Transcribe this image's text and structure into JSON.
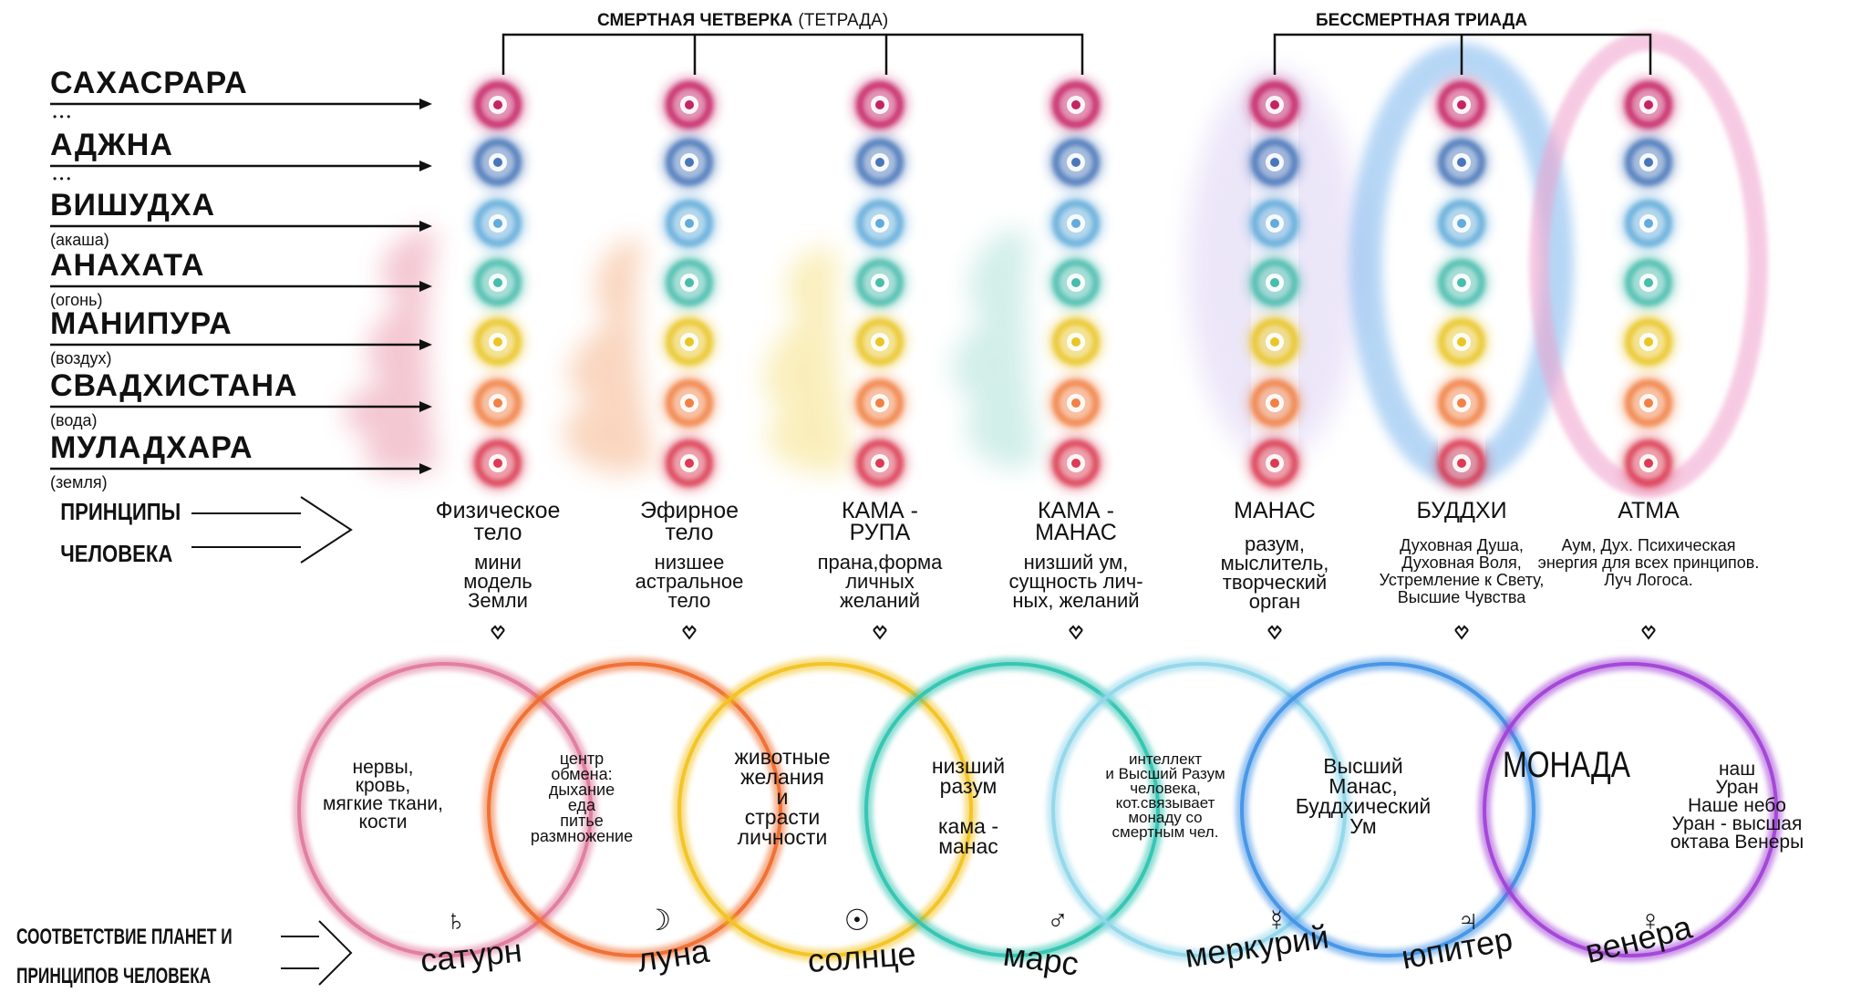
{
  "header": {
    "mortal_title_bold": "СМЕРТНАЯ ЧЕТВЕРКА",
    "mortal_title_paren": "(ТЕТРАДА)",
    "immortal_title": "БЕССМЕРТНАЯ ТРИАДА"
  },
  "chakras": [
    {
      "name": "САХАСРАРА",
      "sub": "",
      "dots": "• • •"
    },
    {
      "name": "АДЖНА",
      "sub": "",
      "dots": "• • •"
    },
    {
      "name": "ВИШУДХА",
      "sub": "(акаша)",
      "dots": ""
    },
    {
      "name": "АНАХАТА",
      "sub": "(огонь)",
      "dots": ""
    },
    {
      "name": "МАНИПУРА",
      "sub": "(воздух)",
      "dots": ""
    },
    {
      "name": "СВАДХИСТАНА",
      "sub": "(вода)",
      "dots": ""
    },
    {
      "name": "МУЛАДХАРА",
      "sub": "(земля)",
      "dots": ""
    }
  ],
  "chakra_colors": [
    "#c2185b",
    "#3f6fb5",
    "#5aa7d8",
    "#3fb8a8",
    "#e8c21a",
    "#f07a3a",
    "#d9304a"
  ],
  "principles_label": [
    "ПРИНЦИПЫ",
    "ЧЕЛОВЕКА"
  ],
  "principles": [
    {
      "title": [
        "Физическое",
        "тело"
      ],
      "desc": [
        "мини",
        "модель",
        "Земли"
      ],
      "color": "#d63a6a",
      "small": false
    },
    {
      "title": [
        "Эфирное",
        "тело"
      ],
      "desc": [
        "низшее",
        "астральное",
        "тело"
      ],
      "color": "#f07a3a",
      "small": false
    },
    {
      "title": [
        "КАМА -",
        "РУПА"
      ],
      "desc": [
        "прана,форма",
        "личных",
        "желаний"
      ],
      "color": "#e8c21a",
      "small": false
    },
    {
      "title": [
        "КАМА -",
        "МАНАС"
      ],
      "desc": [
        "низший ум,",
        "сущность лич-",
        "ных, желаний"
      ],
      "color": "#3fb8a8",
      "small": false
    },
    {
      "title": [
        "МАНАС"
      ],
      "desc": [
        "разум,",
        "мыслитель,",
        "творческий",
        "орган"
      ],
      "color": "#9b7fd0",
      "small": false
    },
    {
      "title": [
        "БУДДХИ"
      ],
      "desc": [
        "Духовная Душа,",
        "Духовная Воля,",
        "Устремление к Свету,",
        "Высшие Чувства"
      ],
      "color": "#3f8fe0",
      "small": true
    },
    {
      "title": [
        "АТМА"
      ],
      "desc": [
        "Аум, Дух. Психическая",
        "энергия для всех принципов.",
        "Луч Логоса."
      ],
      "color": "#e07ab8",
      "small": true
    }
  ],
  "circles": [
    {
      "text": [
        "нервы,",
        "кровь,",
        "мягкие ткани,",
        "кости"
      ],
      "planet": "сатурн",
      "symbol": "♄",
      "color": "#e0799c"
    },
    {
      "text": [
        "центр",
        "обмена:",
        "дыхание",
        "еда",
        "питье",
        "размножение"
      ],
      "planet": "луна",
      "symbol": "☽",
      "color": "#ef6a2a"
    },
    {
      "text": [
        "животные",
        "желания",
        "и",
        "страсти",
        "личности"
      ],
      "planet": "солнце",
      "symbol": "☉",
      "color": "#f3c21e"
    },
    {
      "text": [
        "низший",
        "разум",
        "",
        "кама -",
        "манас"
      ],
      "planet": "марс",
      "symbol": "♂",
      "color": "#2ec3b0"
    },
    {
      "text": [
        "интеллект",
        "и Высший Разум",
        "человека,",
        "кот.связывает",
        "монаду со",
        "смертным чел."
      ],
      "planet": "меркурий",
      "symbol": "☿",
      "color": "#8fd6ea"
    },
    {
      "text": [
        "Высший",
        "Манас,",
        "Буддхический",
        "Ум"
      ],
      "planet": "юпитер",
      "symbol": "♃",
      "color": "#3f92e6"
    },
    {
      "text": [
        "наш",
        "Уран",
        "Наше небо",
        "Уран - высшая",
        "октава Венеры"
      ],
      "planet": "венера",
      "symbol": "♀",
      "color": "#a13fd6"
    }
  ],
  "monada_label": "МОНАДА",
  "correspondence_label": [
    "СООТВЕТСТВИЕ ПЛАНЕТ И",
    "ПРИНЦИПОВ ЧЕЛОВЕКА"
  ]
}
